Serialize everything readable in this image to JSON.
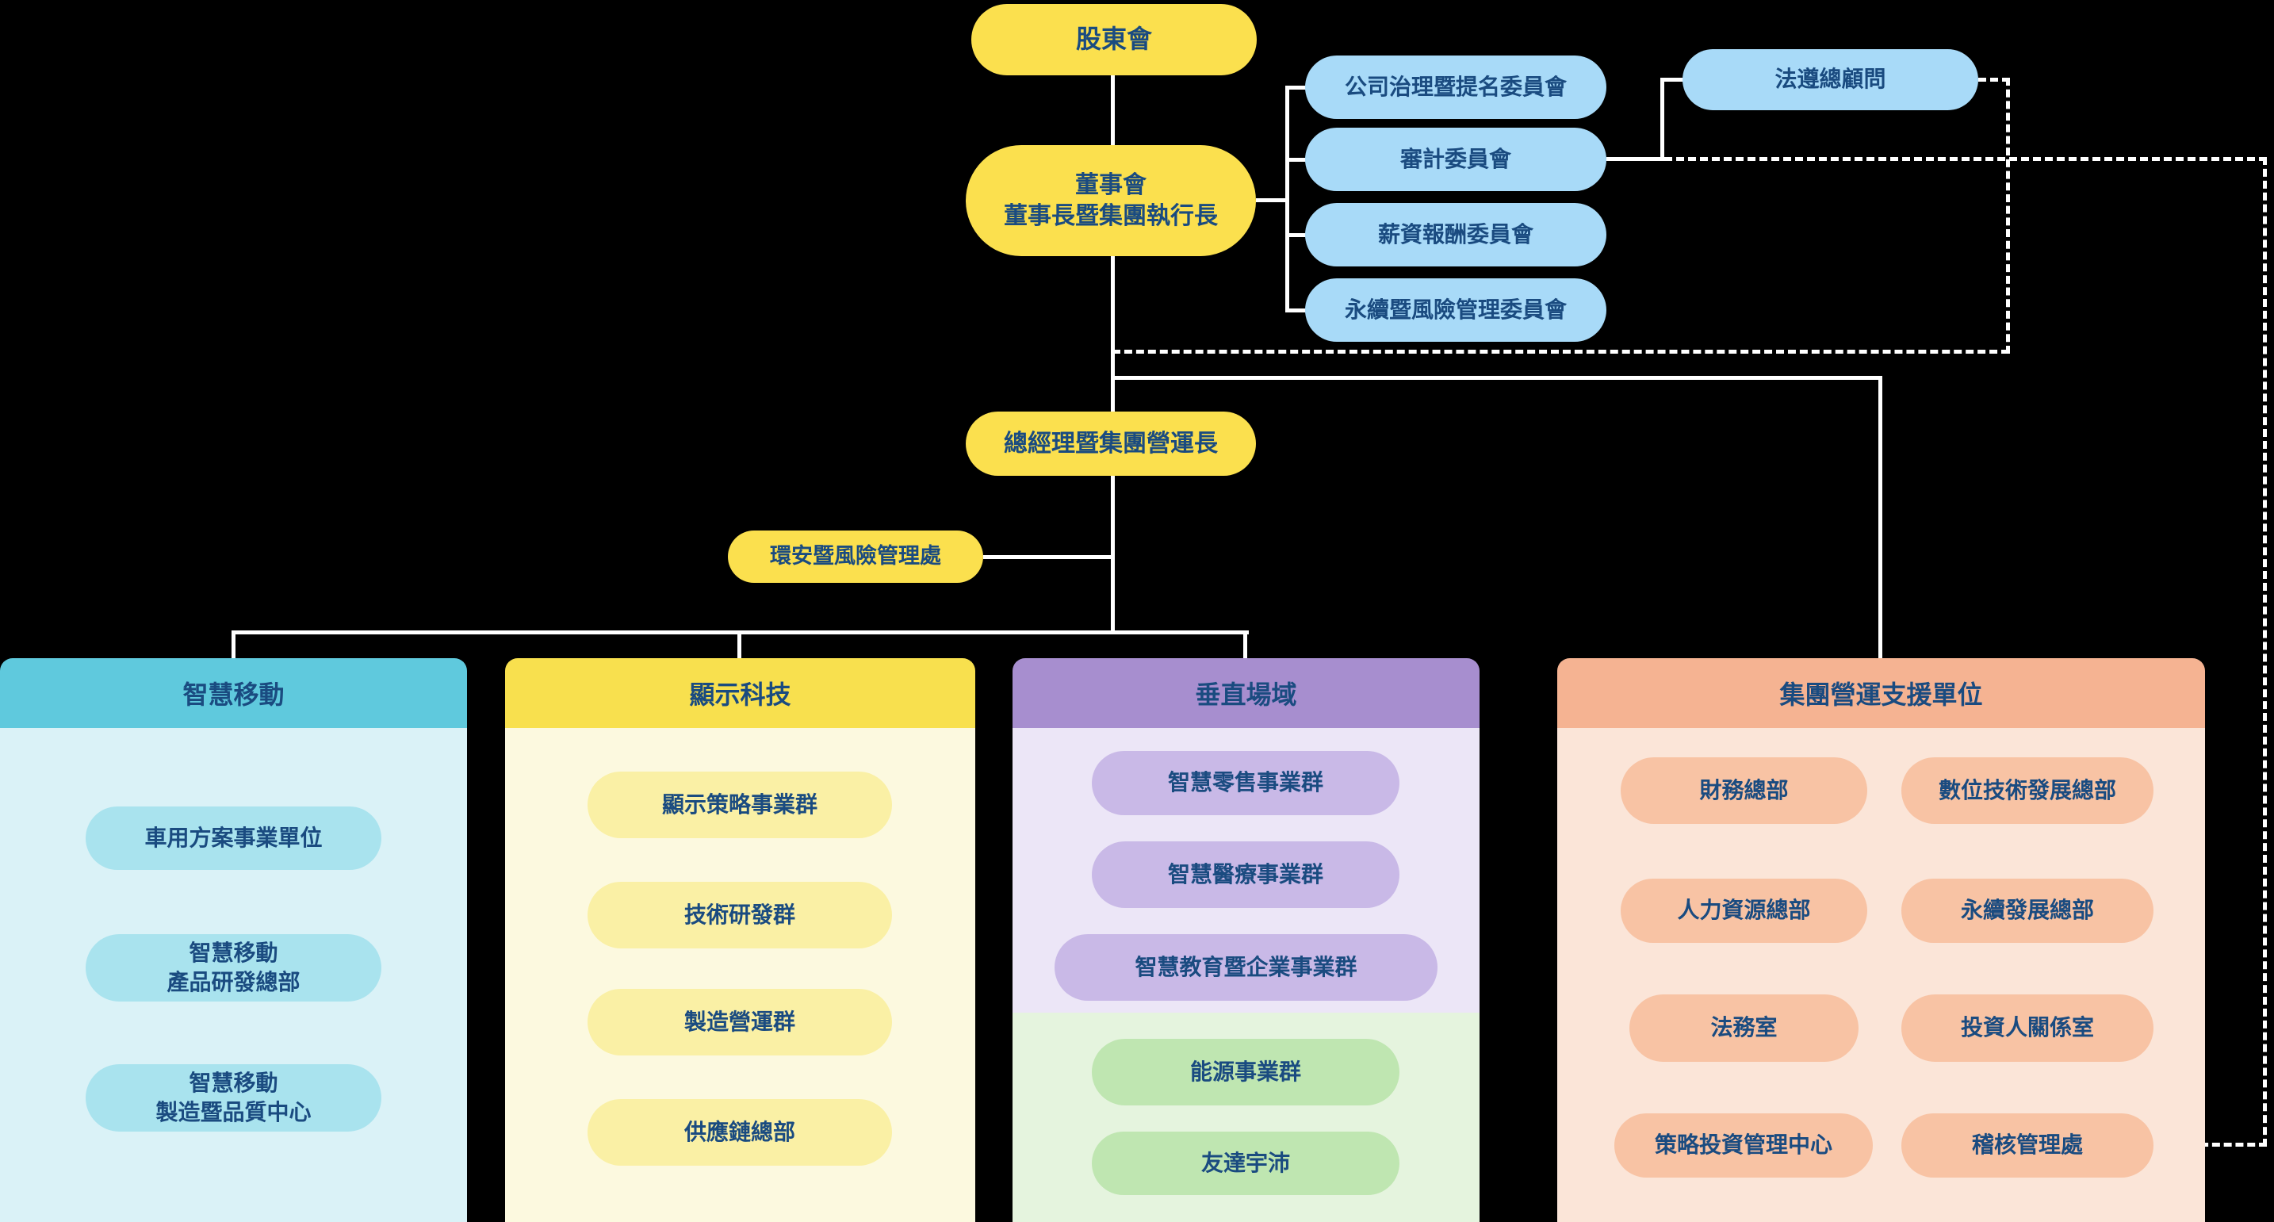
{
  "colors": {
    "background": "#000000",
    "connector": "#FFFFFF",
    "node_yellow": "#FBE04E",
    "node_blue": "#A8DAF8",
    "text_navy": "#1A4B80",
    "smart_mobility_header": "#5FC9DD",
    "display_tech_header": "#F8E04E",
    "vertical_domains_header": "#A78ECF",
    "group_support_header": "#F5B392",
    "energy_green": "#BFE6B1"
  },
  "governance": {
    "shareholders": "股東會",
    "board": "董事會\n董事長暨集團執行長",
    "committees": [
      "公司治理暨提名委員會",
      "審計委員會",
      "薪資報酬委員會",
      "永續暨風險管理委員會"
    ],
    "compliance_counsel": "法遵總顧問",
    "president": "總經理暨集團營運長",
    "ehs_risk": "環安暨風險管理處"
  },
  "divisions": {
    "smart_mobility": {
      "header": "智慧移動",
      "items": [
        "車用方案事業單位",
        "智慧移動\n產品研發總部",
        "智慧移動\n製造暨品質中心"
      ]
    },
    "display_tech": {
      "header": "顯示科技",
      "items": [
        "顯示策略事業群",
        "技術研發群",
        "製造營運群",
        "供應鏈總部"
      ]
    },
    "vertical_domains": {
      "header": "垂直場域",
      "items": [
        "智慧零售事業群",
        "智慧醫療事業群",
        "智慧教育暨企業事業群"
      ],
      "energy_items": [
        "能源事業群",
        "友達宇沛"
      ]
    },
    "group_support": {
      "header": "集團營運支援單位",
      "left_items": [
        "財務總部",
        "人力資源總部",
        "法務室",
        "策略投資管理中心"
      ],
      "right_items": [
        "數位技術發展總部",
        "永續發展總部",
        "投資人關係室",
        "稽核管理處"
      ]
    }
  }
}
